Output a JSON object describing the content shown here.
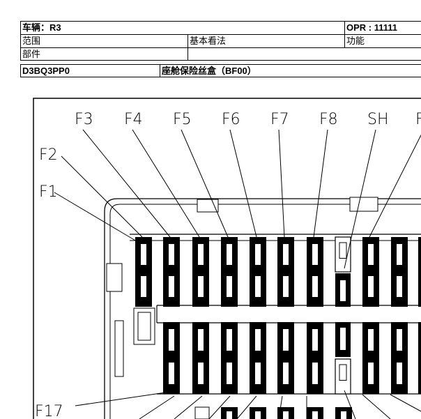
{
  "header": {
    "vehicle": "车辆：R3",
    "opr": "OPR : 11111",
    "scope_label": "范围",
    "basic_view": "基本看法",
    "function_label": "功能",
    "part_label": "部件",
    "code": "D3BQ3PP0",
    "title": "座舱保险丝盒（BF00）"
  },
  "diagram": {
    "fuse_labels_top": [
      "F3",
      "F4",
      "F5",
      "F6",
      "F7",
      "F8",
      "SH",
      "F"
    ],
    "fuse_labels_side": [
      "F2",
      "F1"
    ],
    "fuse_labels_bottom": [
      "F17"
    ]
  }
}
